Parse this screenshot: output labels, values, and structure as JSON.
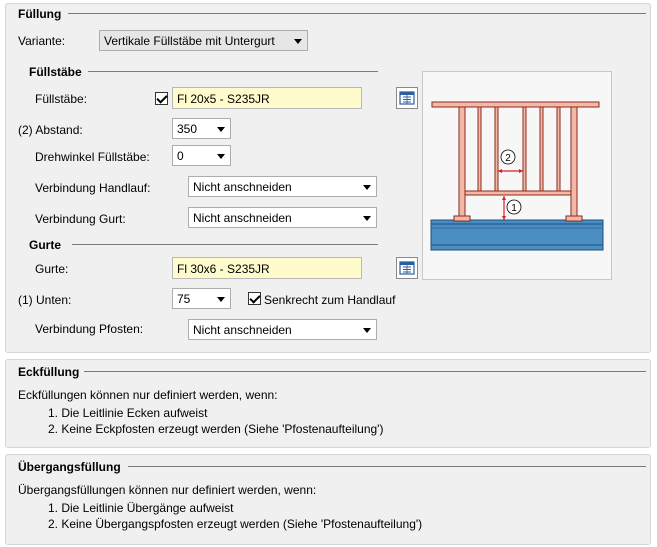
{
  "fuellung": {
    "title": "Füllung",
    "variante_label": "Variante:",
    "variante_value": "Vertikale Füllstäbe mit Untergurt",
    "fuellstaebe_group": {
      "title": "Füllstäbe",
      "fuellstaebe_label": "Füllstäbe:",
      "fuellstaebe_checked": true,
      "fuellstaebe_value": "Fl 20x5 - S235JR",
      "abstand_label": "(2) Abstand:",
      "abstand_value": "350",
      "drehwinkel_label": "Drehwinkel Füllstäbe:",
      "drehwinkel_value": "0",
      "verbindung_handlauf_label": "Verbindung Handlauf:",
      "verbindung_handlauf_value": "Nicht anschneiden",
      "verbindung_gurt_label": "Verbindung Gurt:",
      "verbindung_gurt_value": "Nicht anschneiden"
    },
    "gurte_group": {
      "title": "Gurte",
      "gurte_label": "Gurte:",
      "gurte_value": "Fl 30x6 - S235JR",
      "unten_label": "(1) Unten:",
      "unten_value": "75",
      "senkrecht_label": "Senkrecht zum Handlauf",
      "senkrecht_checked": true,
      "verbindung_pfosten_label": "Verbindung Pfosten:",
      "verbindung_pfosten_value": "Nicht anschneiden"
    },
    "preview": {
      "marker_1": "1",
      "marker_2": "2",
      "colors": {
        "rail": "#f4b8a8",
        "rail_stroke": "#8b2a1a",
        "floor": "#4a8ec2",
        "floor_dark": "#2f6fa3",
        "dimension": "#d62020"
      }
    }
  },
  "eckfuellung": {
    "title": "Eckfüllung",
    "intro": "Eckfüllungen können nur definiert werden, wenn:",
    "items": [
      "1. Die Leitlinie Ecken aufweist",
      "2. Keine Eckpfosten erzeugt werden (Siehe 'Pfostenaufteilung')"
    ]
  },
  "uebergangsfuellung": {
    "title": "Übergangsfüllung",
    "intro": "Übergangsfüllungen können nur definiert werden, wenn:",
    "items": [
      "1. Die Leitlinie Übergänge aufweist",
      "2. Keine Übergangspfosten erzeugt werden (Siehe 'Pfostenaufteilung')"
    ]
  },
  "icons": {
    "catalog_button": "catalog-icon",
    "dropdown_arrow": "chevron-down-icon",
    "checkbox": "checkmark-icon"
  }
}
